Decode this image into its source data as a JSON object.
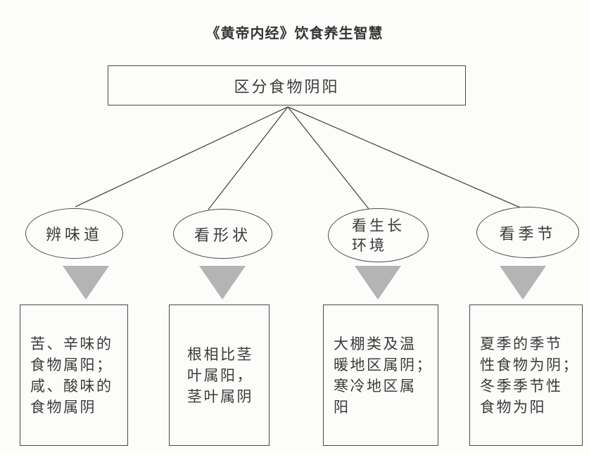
{
  "page": {
    "title": "《黄帝内经》饮食养生智慧"
  },
  "diagram": {
    "root": {
      "label": "区分食物阴阳"
    },
    "branches": [
      {
        "id": "taste",
        "category": "辨味道",
        "detail": "苦、辛味的\n食物属阳；\n咸、酸味的\n食物属阴"
      },
      {
        "id": "shape",
        "category": "看形状",
        "detail": "根相比茎\n叶属阳，\n茎叶属阴"
      },
      {
        "id": "environment",
        "category": "看生长\n环境",
        "detail": "大棚类及温\n暖地区属阴；\n寒冷地区属\n阳"
      },
      {
        "id": "season",
        "category": "看季节",
        "detail": "夏季的季节\n性食物为阴；\n冬季季节性\n食物为阳"
      }
    ]
  },
  "colors": {
    "background": "#fcfcfa",
    "ink": "#3c3c3c",
    "line": "#4a4a4a",
    "triangle": "#b4b4b4"
  }
}
